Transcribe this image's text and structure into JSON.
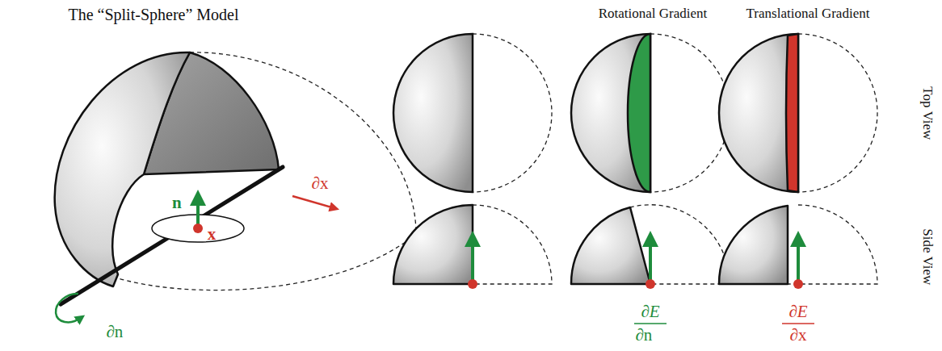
{
  "diagram": {
    "title": "The “Split-Sphere” Model",
    "labels": [
      "Rotational Gradient",
      "Translational Gradient",
      "Top View",
      "Side View",
      "∂x",
      "n⃗",
      "x",
      "∂n⃗",
      "∂E",
      "∂n⃗",
      "∂E",
      "∂x"
    ]
  }
}
